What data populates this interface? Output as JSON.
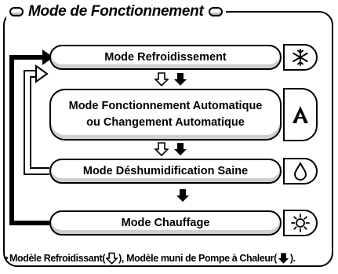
{
  "title": "Mode de Fonctionnement",
  "modes": [
    {
      "label_line1": "Mode Refroidissement",
      "label_line2": "",
      "icon": "snowflake-icon"
    },
    {
      "label_line1": "Mode Fonctionnement Automatique",
      "label_line2": "ou Changement Automatique",
      "icon": "auto-icon"
    },
    {
      "label_line1": "Mode Déshumidification Saine",
      "label_line2": "",
      "icon": "water-drop-icon"
    },
    {
      "label_line1": "Mode Chauffage",
      "label_line2": "",
      "icon": "sun-icon"
    }
  ],
  "footer": {
    "bullet": "•",
    "part1": "Modèle Refroidissant(",
    "part2": "), Modèle muni de Pompe à Chaleur(",
    "part3": ")."
  },
  "colors": {
    "line": "#000000",
    "box_shadow": "#cfcfcf",
    "background": "#ffffff"
  }
}
